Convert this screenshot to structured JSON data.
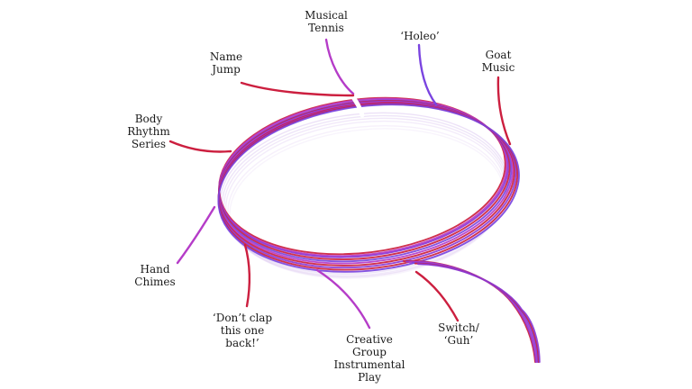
{
  "diagram": {
    "labels": {
      "musical_tennis": "Musical\nTennis",
      "holeo": "‘Holeo’",
      "name_jump": "Name\nJump",
      "goat_music": "Goat\nMusic",
      "body_rhythm": "Body\nRhythm\nSeries",
      "hand_chimes": "Hand\nChimes",
      "dont_clap": "‘Don’t clap\nthis one\nback!’",
      "creative_group": "Creative\nGroup\nInstrumental\nPlay",
      "switch_guh": "Switch/\n‘Guh’"
    },
    "colors": {
      "red": "#cc1f3f",
      "magenta": "#b53cc8",
      "purple": "#8a3ad6",
      "violet": "#7a44e0",
      "pale": "#dcc8f0"
    }
  }
}
